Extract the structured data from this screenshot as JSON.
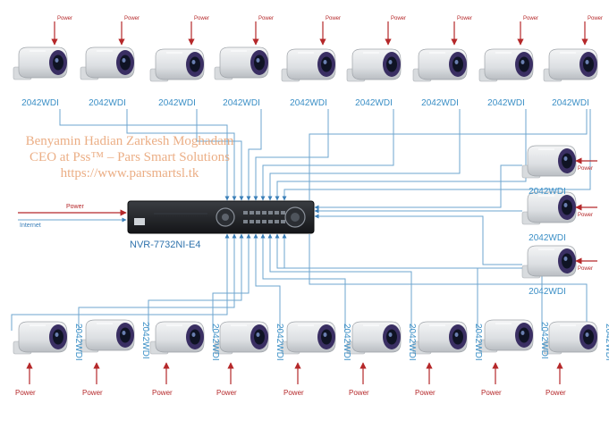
{
  "colors": {
    "wire": "#6ea6cf",
    "power": "#b5282a",
    "label": "#3b8fc6",
    "nvr_body": "#1d1f22",
    "camera_body": "#e4e6e8",
    "ir_ring": "#3a2f63",
    "watermark": "#e8a070"
  },
  "watermark": {
    "line1": "Benyamin Hadian Zarkesh Moghadam",
    "line2": "CEO at Pss™ – Pars Smart Solutions",
    "line3": "https://www.parsmartsl.tk"
  },
  "nvr": {
    "model": "NVR-7732NI-E4",
    "power_label": "Power",
    "internet_label": "Internet",
    "icon": "nvr-recorder-icon"
  },
  "cameras": {
    "model_label": "2042WDI",
    "power_label": "Power",
    "icon": "bullet-camera-icon",
    "top_count": 9,
    "right_count": 3,
    "bottom_count": 9
  }
}
